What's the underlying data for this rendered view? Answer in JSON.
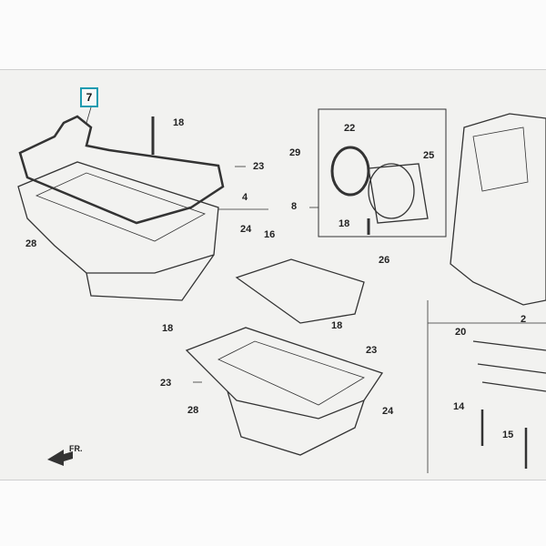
{
  "diagram": {
    "highlighted_part": "7",
    "direction_label": "FR.",
    "parts": {
      "p18a": "18",
      "p23a": "23",
      "p4": "4",
      "p24a": "24",
      "p16": "16",
      "p28a": "28",
      "p22": "22",
      "p25": "25",
      "p29": "29",
      "p8": "8",
      "p18b": "18",
      "p26": "26",
      "p18c": "18",
      "p18d": "18",
      "p23b": "23",
      "p23c": "23",
      "p28b": "28",
      "p24b": "24",
      "p20": "20",
      "p2": "2",
      "p14": "14",
      "p15": "15"
    }
  }
}
